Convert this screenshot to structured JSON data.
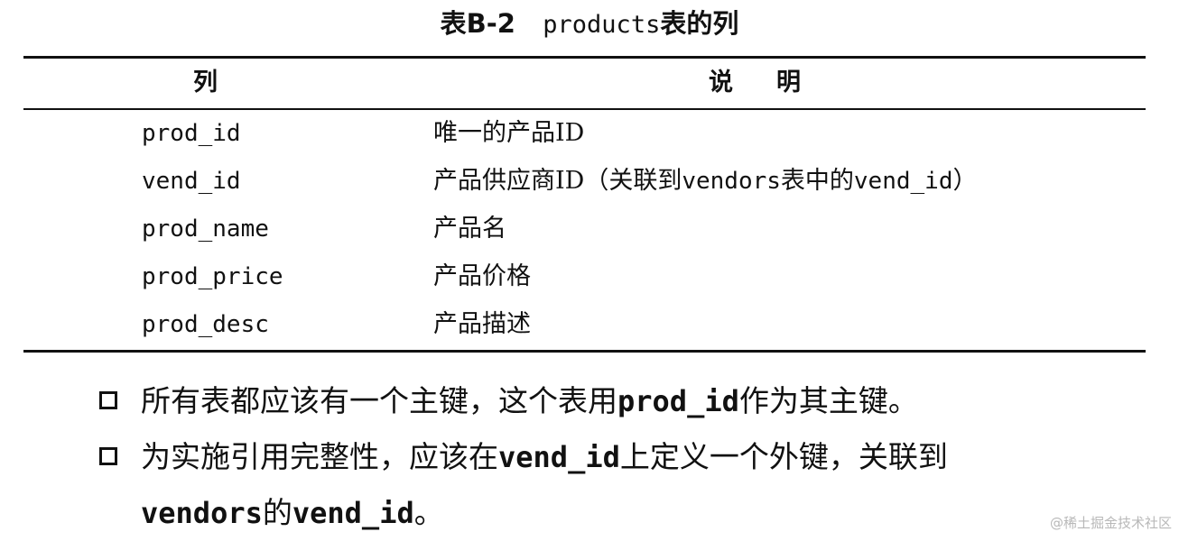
{
  "caption": {
    "label": "表B-2",
    "table_name": "products",
    "suffix": "表的列"
  },
  "table": {
    "headers": {
      "column": "列",
      "description": "说明"
    },
    "rows": [
      {
        "name": "prod_id",
        "desc": "唯一的产品ID"
      },
      {
        "name": "vend_id",
        "desc_parts": [
          "产品供应商ID（关联到",
          "vendors",
          "表中的",
          "vend_id",
          "）"
        ]
      },
      {
        "name": "prod_name",
        "desc": "产品名"
      },
      {
        "name": "prod_price",
        "desc": "产品价格"
      },
      {
        "name": "prod_desc",
        "desc": "产品描述"
      }
    ]
  },
  "bullets": [
    {
      "parts": [
        "所有表都应该有一个主键，这个表用",
        "prod_id",
        "作为其主键。"
      ]
    },
    {
      "parts": [
        "为实施引用完整性，应该在",
        "vend_id",
        "上定义一个外键，关联到",
        "vendors",
        "的",
        "vend_id",
        "。"
      ]
    }
  ],
  "watermark": "@稀土掘金技术社区"
}
